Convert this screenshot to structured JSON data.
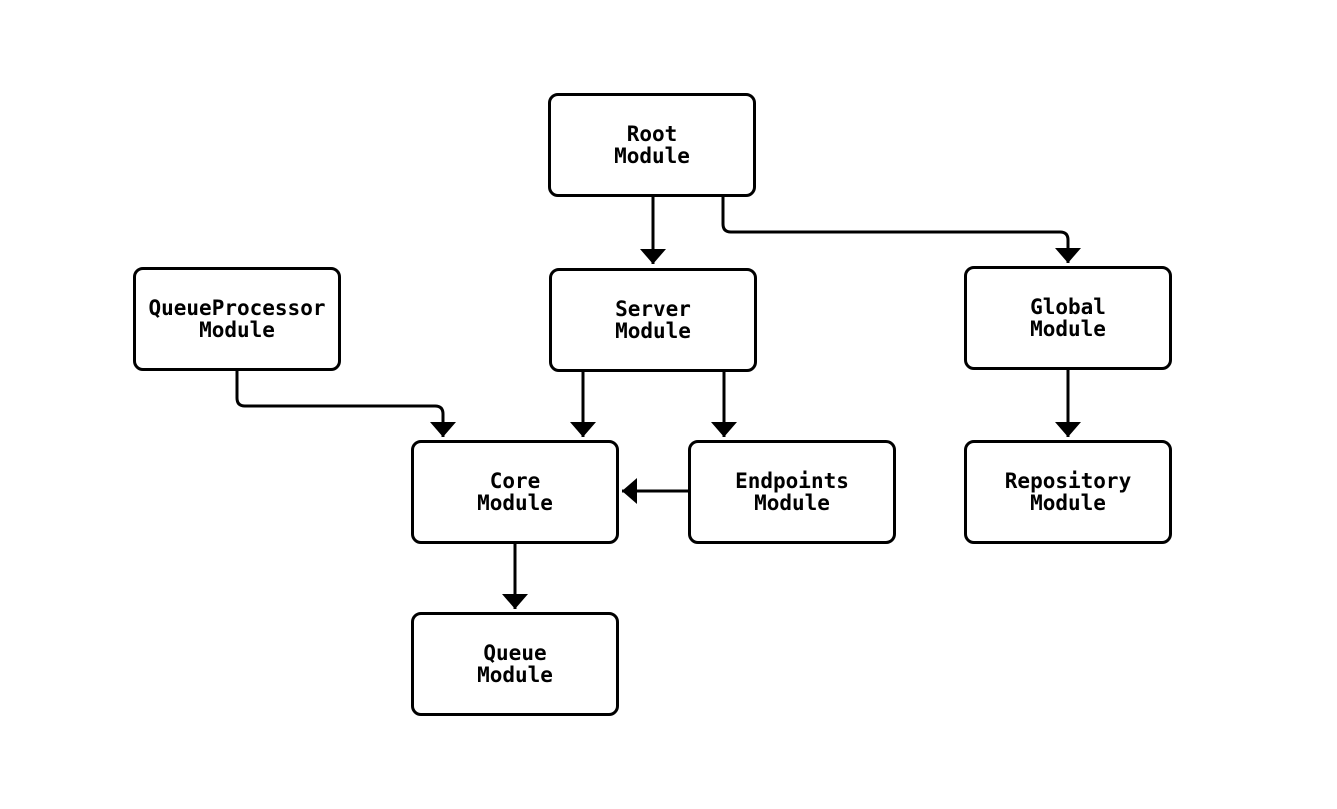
{
  "diagram": {
    "type": "flowchart",
    "direction": "top-down",
    "background": "#ffffff",
    "node_fill": "#ffffff",
    "node_border_color": "#000000",
    "edge_color": "#000000",
    "text_color": "#000000",
    "nodes": [
      {
        "id": "root",
        "label": "Root Module",
        "lines": [
          "Root",
          "Module"
        ]
      },
      {
        "id": "server",
        "label": "Server Module",
        "lines": [
          "Server",
          "Module"
        ]
      },
      {
        "id": "queueprocessor",
        "label": "QueueProcessor Module",
        "lines": [
          "QueueProcessor",
          "Module"
        ]
      },
      {
        "id": "global",
        "label": "Global Module",
        "lines": [
          "Global",
          "Module"
        ]
      },
      {
        "id": "core",
        "label": "Core Module",
        "lines": [
          "Core",
          "Module"
        ]
      },
      {
        "id": "endpoints",
        "label": "Endpoints Module",
        "lines": [
          "Endpoints",
          "Module"
        ]
      },
      {
        "id": "repository",
        "label": "Repository Module",
        "lines": [
          "Repository",
          "Module"
        ]
      },
      {
        "id": "queue",
        "label": "Queue Module",
        "lines": [
          "Queue",
          "Module"
        ]
      }
    ],
    "edges": [
      {
        "from": "Root Module",
        "to": "Server Module"
      },
      {
        "from": "Root Module",
        "to": "Global Module"
      },
      {
        "from": "QueueProcessor Module",
        "to": "Core Module"
      },
      {
        "from": "Server Module",
        "to": "Core Module"
      },
      {
        "from": "Server Module",
        "to": "Endpoints Module"
      },
      {
        "from": "Endpoints Module",
        "to": "Core Module"
      },
      {
        "from": "Global Module",
        "to": "Repository Module"
      },
      {
        "from": "Core Module",
        "to": "Queue Module"
      }
    ]
  }
}
